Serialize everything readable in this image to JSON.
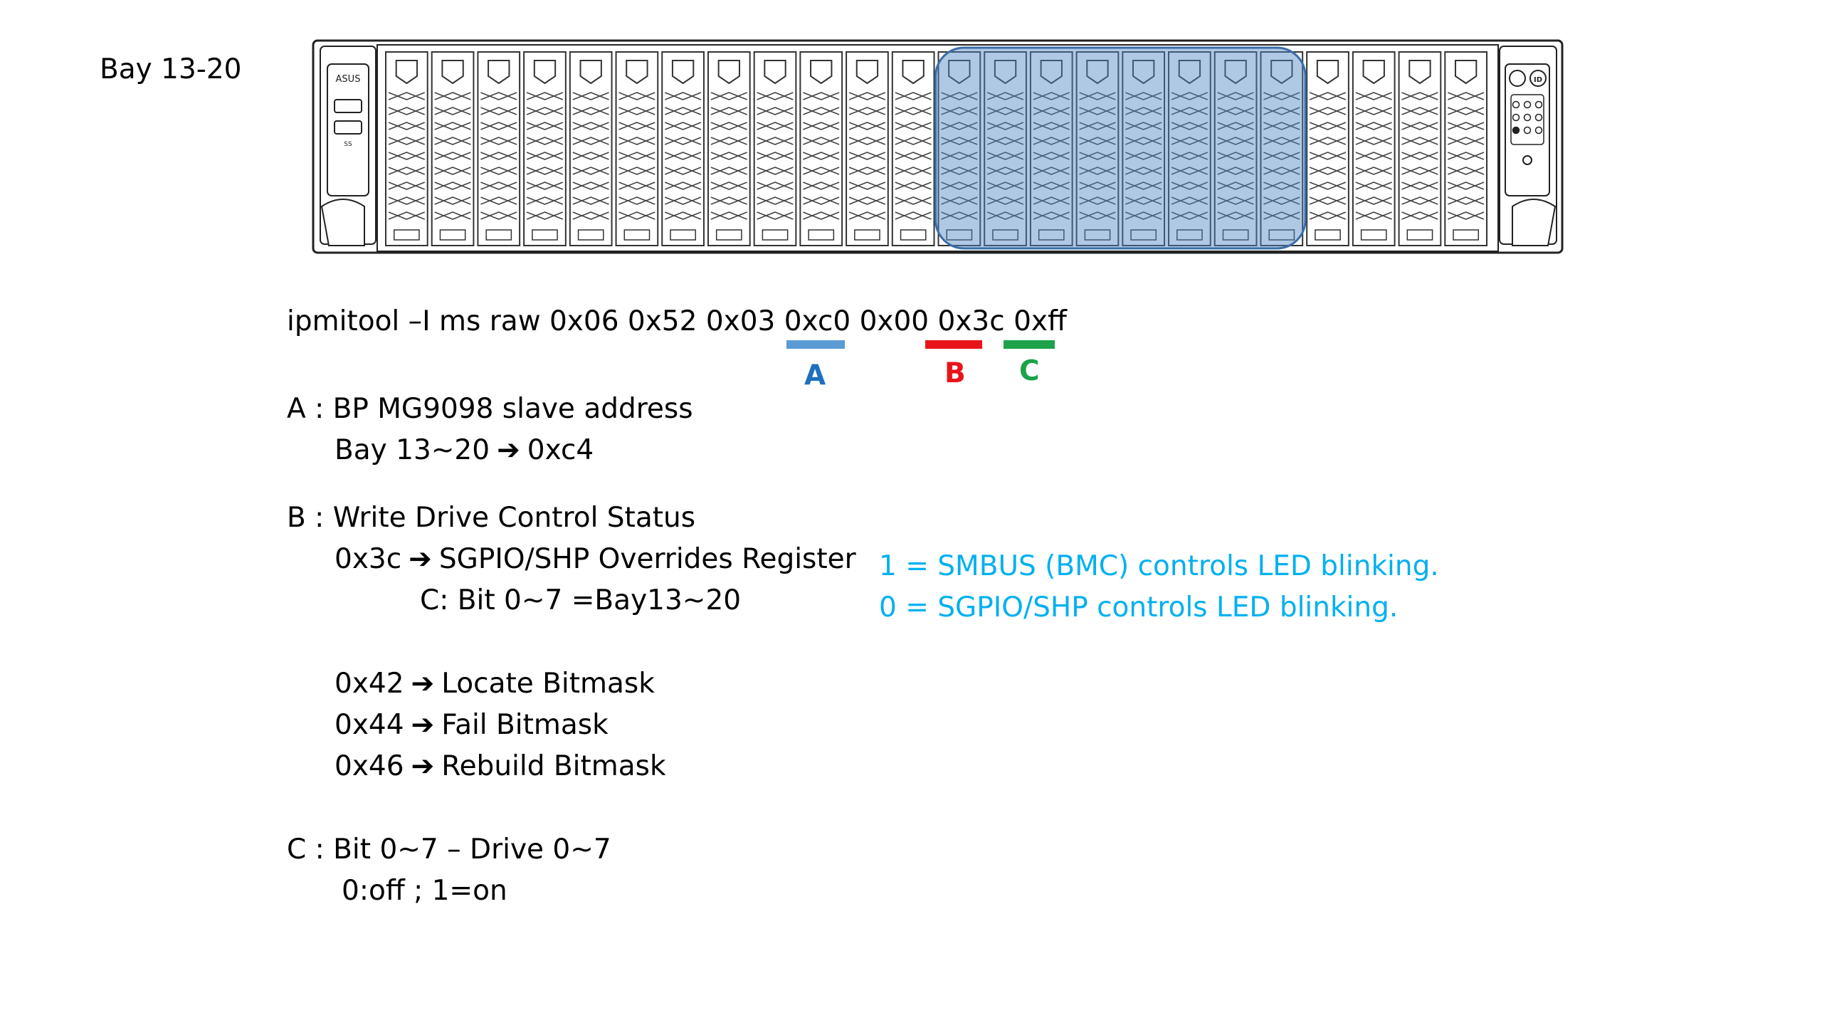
{
  "bay_label": "Bay 13-20",
  "server": {
    "logo": "ASUS",
    "usb_label": "SS",
    "id_label": "ID",
    "bay_count": 24,
    "highlight_first_bay_index": 12,
    "highlight_bay_count": 8,
    "highlight_color": "#4E86C4"
  },
  "command": {
    "text": "ipmitool –I ms raw 0x06 0x52 0x03 0xc0 0x00 0x3c 0xff",
    "markers": [
      {
        "label": "A",
        "color": "#5B9BD5",
        "text_color": "#1F6FBF"
      },
      {
        "label": "B",
        "color": "#E8141A",
        "text_color": "#E8141A"
      },
      {
        "label": "C",
        "color": "#1DA24B",
        "text_color": "#1DA24B"
      }
    ]
  },
  "sections": {
    "a_title": "A : BP MG9098 slave address",
    "a_line_left": "Bay 13~20",
    "a_line_right": "0xc4",
    "b_title": "B : Write Drive Control Status",
    "b_line1_left": "0x3c",
    "b_line1_right": "SGPIO/SHP Overrides Register",
    "b_line2": "C: Bit 0~7 =Bay13~20",
    "b_reg1_left": "0x42",
    "b_reg1_right": "Locate Bitmask",
    "b_reg2_left": "0x44",
    "b_reg2_right": "Fail Bitmask",
    "b_reg3_left": "0x46",
    "b_reg3_right": "Rebuild Bitmask",
    "c_title": "C : Bit 0~7 – Drive 0~7",
    "c_line": "0:off ; 1=on"
  },
  "notes": {
    "line1": "1 = SMBUS (BMC) controls LED blinking.",
    "line2": "0 = SGPIO/SHP controls LED blinking.",
    "color": "#00B0F0"
  },
  "arrow_glyph": "➔"
}
